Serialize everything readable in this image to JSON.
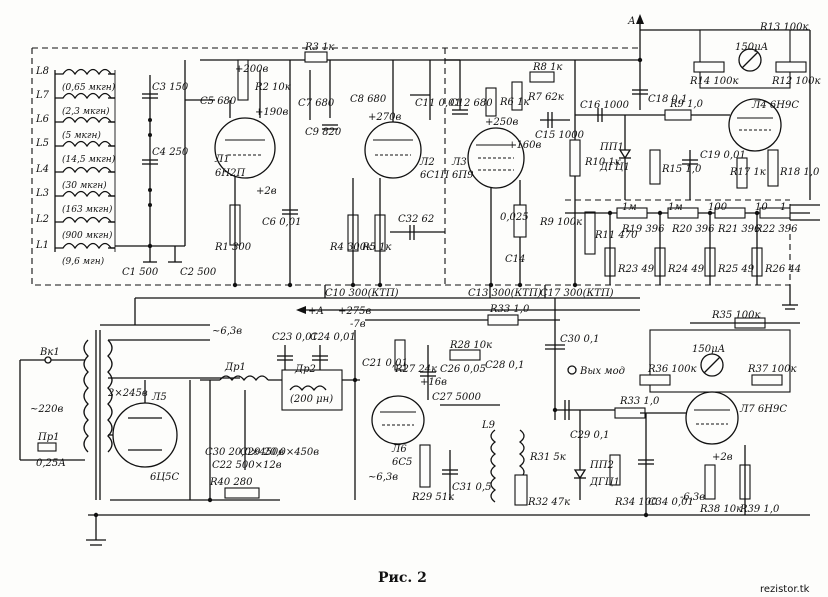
{
  "caption": "Рис. 2",
  "watermark": "rezistor.tk",
  "labels": {
    "L8": "L8",
    "L7": "L7",
    "L6": "L6",
    "L5": "L5",
    "L4": "L4",
    "L3": "L3",
    "L2": "L2",
    "L1": "L1"
  },
  "inductances": {
    "L8": "(0,65 мкгн)",
    "L7": "(2,3 мкгн)",
    "L6": "(5 мкгн)",
    "L5": "(14,5 мкгн)",
    "L4": "(30 мкгн)",
    "L3": "(163 мкгн)",
    "L2": "(900 мкгн)",
    "L1": "(9,6 мгн)"
  },
  "components": {
    "c3": "С3 150",
    "c4": "С4 250",
    "c1": "С1 500",
    "c2": "С2 500",
    "c5": "С5 680",
    "v200": "+200в",
    "r2": "R2 10к",
    "v190": "+190в",
    "r3": "R3 1к",
    "c7": "С7 680",
    "c9": "С9 820",
    "c8": "С8 680",
    "tube1": "Л1",
    "tube1_type": "6Н2П",
    "v2": "+2в",
    "r1": "R1 300",
    "c6": "С6 0,01",
    "v270": "+270в",
    "c11": "С11 0,01",
    "tube2": "Л2",
    "tube2_type": "6С1П",
    "r4": "R4 300к",
    "r5": "R5 1к",
    "c32": "С32 62",
    "c10": "С10 300(КТП)",
    "c12": "С12 680",
    "r6": "R6 1к",
    "v250": "+250в",
    "v160": "+160в",
    "r7": "R7 62к",
    "r8": "R8 1к",
    "tube3": "Л3",
    "tube3_type": "6П9",
    "val_0025": "0,025",
    "r9": "R9 100к",
    "c14": "С14",
    "c13": "С13 300(КТП)",
    "c17": "С17 300(КТП)",
    "c15": "С15 1000",
    "c16": "С16 1000",
    "r10": "R10 1к",
    "r11": "R11 470",
    "node_a": "А",
    "c18": "С18 0,1",
    "r13": "R13 100к",
    "meter1": "150μА",
    "r14": "R14 100к",
    "r12": "R12 100к",
    "r9b": "R9 1,0",
    "tube4": "Л4 6Н9С",
    "pp1": "ПП1",
    "dg1": "ДГЦ1",
    "r15": "R15 1,0",
    "c19": "С19 0,01",
    "r17": "R17 1к",
    "r18": "R18 1,0",
    "ladder_1m": "1м",
    "ladder_1m2": "1м",
    "ladder_100": "100",
    "ladder_10": "10",
    "ladder_1": "1",
    "r19": "R19 396",
    "r20": "R20 396",
    "r21": "R21 396",
    "r22": "R22 396",
    "r23": "R23 49",
    "r24": "R24 49",
    "r25": "R25 49",
    "r26": "R26 44",
    "plus_a": "+А",
    "v275": "+275в",
    "v7": "-7в",
    "f63": "~6,3в",
    "vk1": "Вк1",
    "v220": "~220в",
    "pr1": "Пр1",
    "fuse": "0,25А",
    "v245": "2×245в",
    "tube5": "Л5",
    "tube5_type": "6Ц5С",
    "dr1": "Др1",
    "c30": "С30 20,0×450в",
    "c29": "С29 20,0×450в",
    "c22": "С22 500×12в",
    "r40": "R40 280",
    "c23": "С23 0,01",
    "c24": "С24 0,01",
    "dr2": "Др2",
    "dr2_val": "(200 μн)",
    "c21": "С21 0,01",
    "r27": "R27 24к",
    "r28": "R28 10к",
    "c26": "С26 0,05",
    "r33": "R33 1,0",
    "c28": "С28 0,1",
    "v16": "+16в",
    "c27": "С27 5000",
    "tube6": "Л6",
    "tube6_type": "6С5",
    "f63b": "~6,3в",
    "r29": "R29 51к",
    "c31": "С31 0,5",
    "l9": "L9",
    "r31": "R31 5к",
    "r32": "R32 47к",
    "c30b": "С30 0,1",
    "output_mod": "Вых мод",
    "c29b": "С29 0,1",
    "pp2": "ПП2",
    "dg1b": "ДГЦ1",
    "r33b": "R33 1,0",
    "r34": "R34 100",
    "c34": "С34 0,01",
    "r35": "R35 100к",
    "meter2": "150μА",
    "r36": "R36 100к",
    "r37": "R37 100к",
    "tube7": "Л7 6Н9С",
    "v2b": "+2в",
    "f63c": "-6,3в",
    "r38": "R38 10к",
    "r39": "R39 1,0"
  }
}
